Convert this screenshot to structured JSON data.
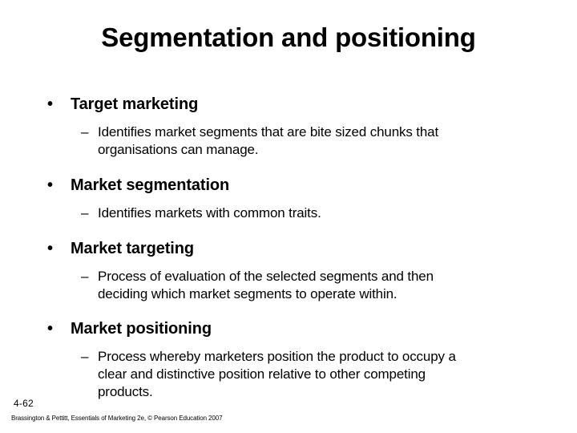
{
  "slide": {
    "title": "Segmentation and positioning",
    "background_color": "#ffffff",
    "text_color": "#000000",
    "bullet_glyph": "•",
    "sub_bullet_glyph": "–",
    "sections": [
      {
        "heading": "Target marketing",
        "detail": "Identifies market segments that are bite sized chunks that organisations can manage."
      },
      {
        "heading": "Market segmentation",
        "detail": "Identifies markets with common traits."
      },
      {
        "heading": "Market targeting",
        "detail": "Process of evaluation of the selected segments and then deciding which market segments to operate within."
      },
      {
        "heading": "Market positioning",
        "detail": "Process whereby marketers position the product to occupy a clear and distinctive position relative to other competing products."
      }
    ],
    "footer": {
      "slide_number": "4-62",
      "credit": "Brassington & Pettitt, Essentials of Marketing 2e, © Pearson Education 2007"
    }
  }
}
